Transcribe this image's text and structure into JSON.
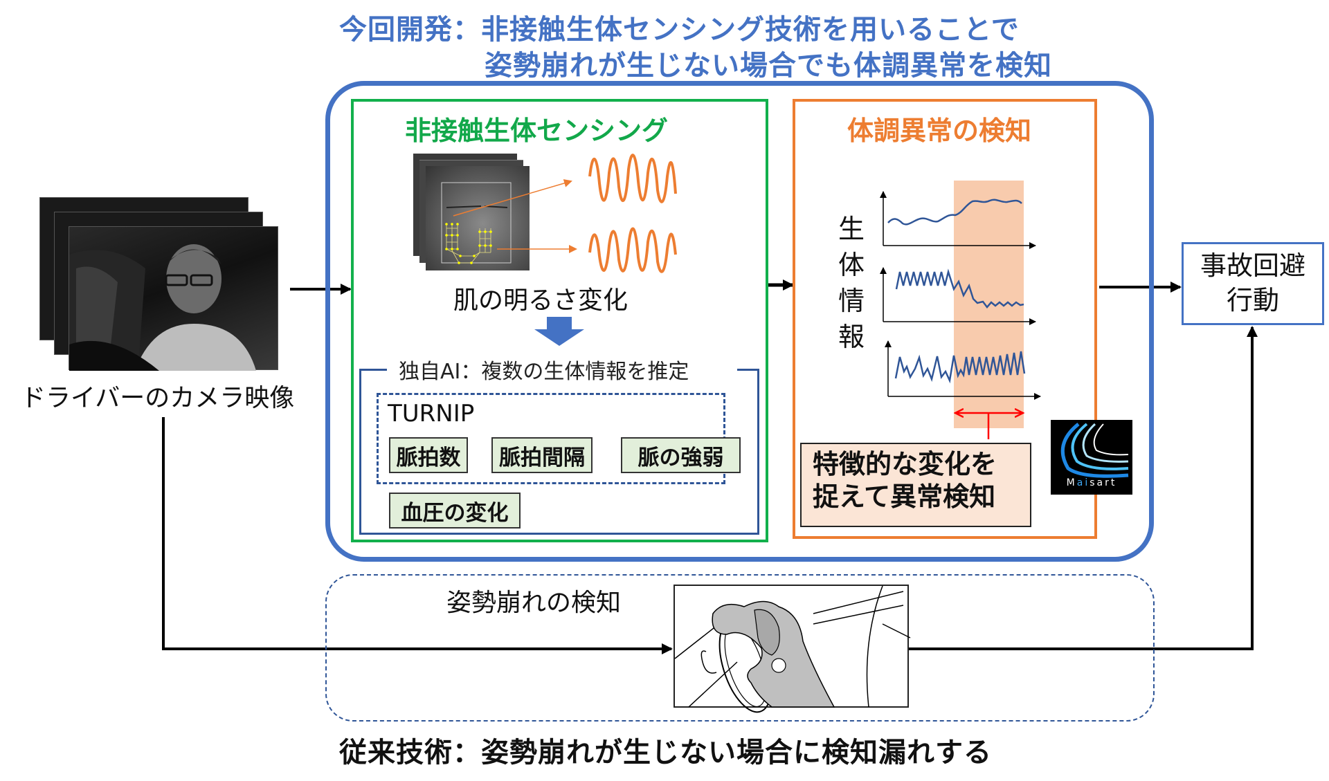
{
  "header": {
    "line1": "今回開発：非接触生体センシング技術を用いることで",
    "line2": "姿勢崩れが生じない場合でも体調異常を検知"
  },
  "driver_camera": {
    "label": "ドライバーのカメラ映像",
    "image_alt": "driver-camera-frames"
  },
  "sensing": {
    "title": "非接触生体センシング",
    "skin_label": "肌の明るさ変化",
    "ai_title": "独自AI：複数の生体情報を推定",
    "turnip_label": "TURNIP",
    "metrics": [
      "脈拍数",
      "脈拍間隔",
      "脈の強弱"
    ],
    "extra_metric": "血圧の変化"
  },
  "anomaly": {
    "title": "体調異常の検知",
    "vertical_label": [
      "生",
      "体",
      "情",
      "報"
    ],
    "detect_line1": "特徴的な変化を",
    "detect_line2": "捉えて異常検知",
    "logo_text_pre": "M",
    "logo_text_ai": "ai",
    "logo_text_post": "sart"
  },
  "action": {
    "line1": "事故回避",
    "line2": "行動"
  },
  "legacy": {
    "posture_label": "姿勢崩れの検知",
    "footer": "従来技術：姿勢崩れが生じない場合に検知漏れする"
  },
  "colors": {
    "blue": "#4472C4",
    "green": "#12B04C",
    "orange": "#ED7D31",
    "highlight": "#F8CBAD",
    "metric_fill": "#E2EFDA",
    "detect_fill": "#FBE5D6",
    "signal": "#2F5597",
    "range_arrow": "#FF0000"
  }
}
